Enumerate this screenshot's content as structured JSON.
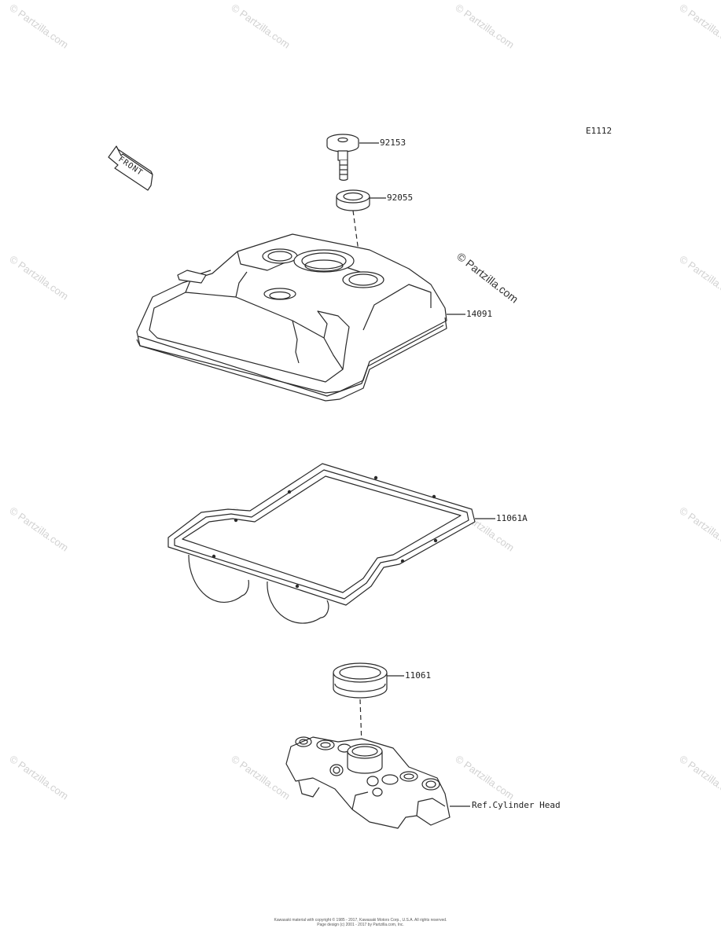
{
  "diagram": {
    "code": "E1112",
    "front_label": "FRONT",
    "parts": [
      {
        "number": "92153",
        "name": "bolt"
      },
      {
        "number": "92055",
        "name": "seal-ring"
      },
      {
        "number": "14091",
        "name": "cylinder-head-cover"
      },
      {
        "number": "11061A",
        "name": "cover-gasket"
      },
      {
        "number": "11061",
        "name": "plug-gasket"
      },
      {
        "number": "Ref.Cylinder Head",
        "name": "cylinder-head-ref"
      }
    ],
    "watermark_main": "© Partzilla.com",
    "watermark_tile": "© Partzilla.com",
    "copyright_line1": "Kawasaki material with copyright © 1985 - 2017, Kawasaki Motors Corp., U.S.A. All rights reserved.",
    "copyright_line2": "Page design (c) 2001 - 2017 by Partzilla.com, Inc."
  }
}
